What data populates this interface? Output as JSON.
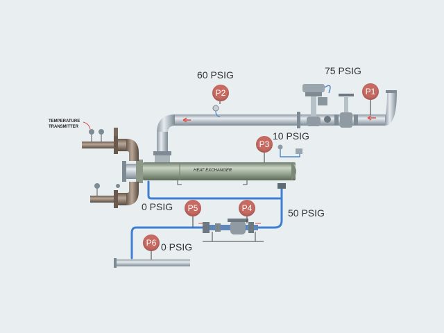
{
  "labels": {
    "p2_pressure": "60 PSIG",
    "p1_pressure": "75 PSIG",
    "p3_pressure": "10 PSIG",
    "p5_pressure": "0 PSIG",
    "p4_pressure": "50 PSIG",
    "p6_pressure": "0 PSIG",
    "temperature_transmitter_line1": "TEMPERATURE",
    "temperature_transmitter_line2": "TRANSMITTER",
    "heat_exchanger": "HEAT EXCHANGER"
  },
  "gauges": {
    "p1": "P1",
    "p2": "P2",
    "p3": "P3",
    "p4": "P4",
    "p5": "P5",
    "p6": "P6"
  },
  "colors": {
    "background": "#e9eef1",
    "steam_pipe": "#b8c3cb",
    "condensate_pipe": "#3f7fd1",
    "exchanger_shell": "#9aa995",
    "badge": "#c66a62",
    "flow_arrow": "#d9534f"
  }
}
